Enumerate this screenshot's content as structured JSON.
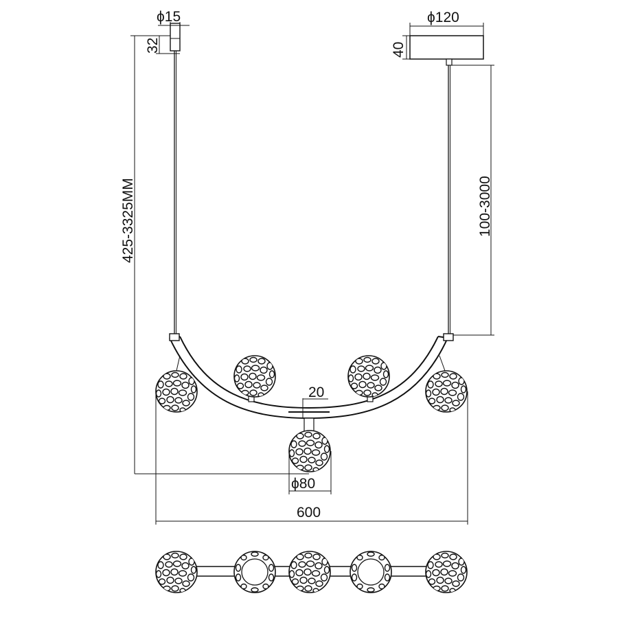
{
  "dimensions": {
    "stem_diameter": "ϕ15",
    "stem_height": "32",
    "canopy_diameter": "ϕ120",
    "canopy_height": "40",
    "total_height": "425-3325MM",
    "cable_length": "100-3000",
    "arc_thickness": "20",
    "globe_diameter": "ϕ80",
    "overall_width": "600"
  },
  "icons": {
    "globe": "honeycomb-glass-globe-icon",
    "canopy": "ceiling-canopy-icon"
  }
}
